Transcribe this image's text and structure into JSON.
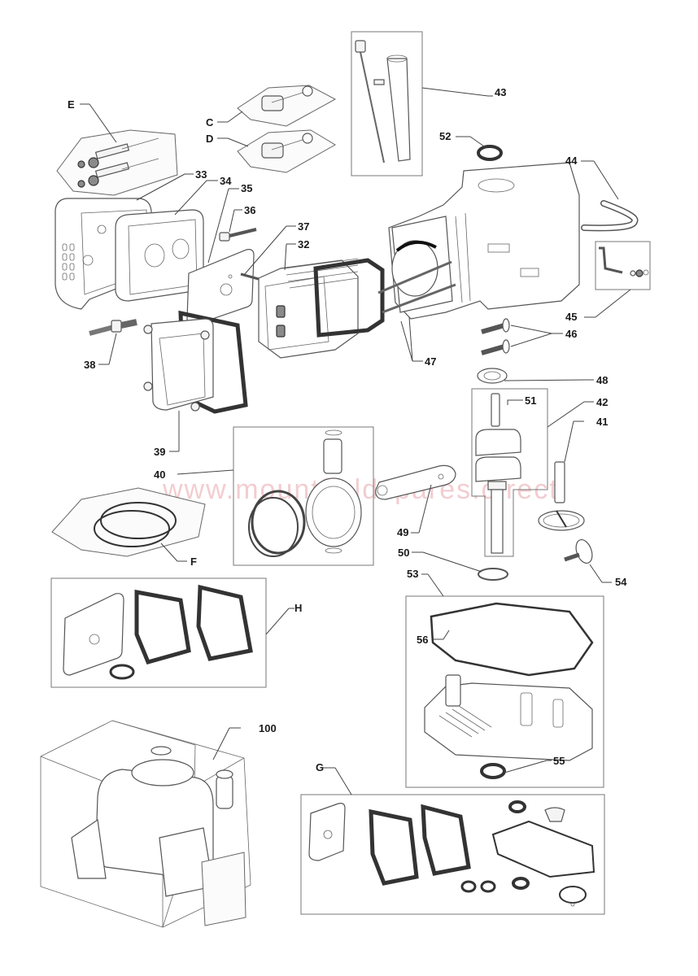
{
  "diagram": {
    "title": "Engine exploded parts diagram",
    "watermark": "www.mountfieldspares.direct",
    "callouts": {
      "c32": "32",
      "c33": "33",
      "c34": "34",
      "c35": "35",
      "c36": "36",
      "c37": "37",
      "c38": "38",
      "c39": "39",
      "c40": "40",
      "c41": "41",
      "c42": "42",
      "c43": "43",
      "c44": "44",
      "c45": "45",
      "c46": "46",
      "c47": "47",
      "c48": "48",
      "c49": "49",
      "c50": "50",
      "c51": "51",
      "c52": "52",
      "c53": "53",
      "c54": "54",
      "c55": "55",
      "c56": "56",
      "c100": "100",
      "cC": "C",
      "cD": "D",
      "cE": "E",
      "cF": "F",
      "cG": "G",
      "cH": "H"
    }
  }
}
